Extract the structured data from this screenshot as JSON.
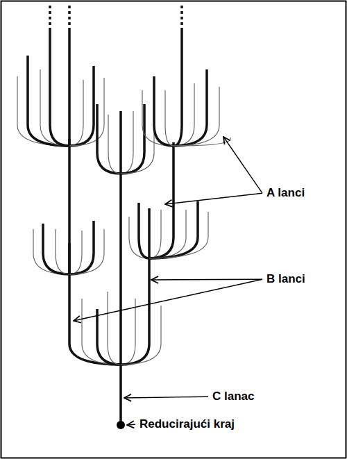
{
  "diagram": {
    "labels": [
      "A lanci",
      "B lanci",
      "C lanac",
      "Reducirajući kraj"
    ]
  }
}
